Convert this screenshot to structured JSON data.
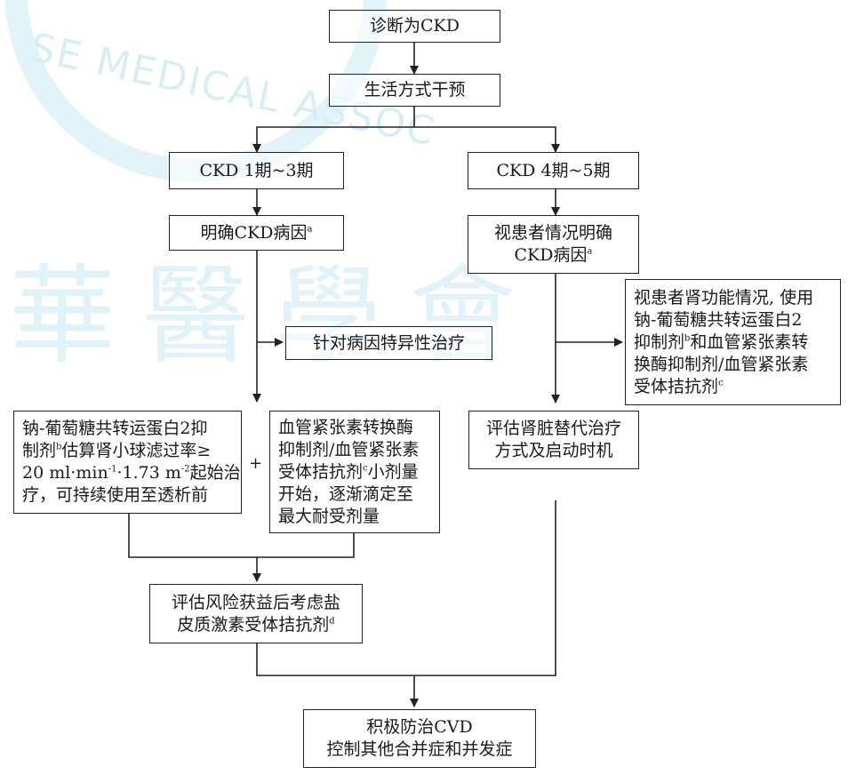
{
  "nodes": {
    "diagnosis": {
      "text": "诊断为CKD"
    },
    "lifestyle": {
      "text": "生活方式干预"
    },
    "stage_1_3": {
      "text": "CKD 1期~3期"
    },
    "stage_4_5": {
      "text": "CKD 4期~5期"
    },
    "cause_left": {
      "text": "明确CKD病因",
      "sup": "a"
    },
    "cause_right": {
      "lines": [
        "视患者情况明确",
        "CKD病因"
      ],
      "sup": "a"
    },
    "specific_treatment": {
      "text": "针对病因特异性治疗"
    },
    "right_drugs": {
      "lines": [
        "视患者肾功能情况, 使用",
        "钠-葡萄糖共转运蛋白2",
        "抑制剂",
        "和血管紧张素转",
        "换酶抑制剂/血管紧张素",
        "受体拮抗剂"
      ],
      "sups": [
        "b",
        "c"
      ]
    },
    "sglt2": {
      "lines": [
        "钠-葡萄糖共转运蛋白2抑",
        "制剂",
        "估算肾小球滤过率≥",
        "20 ml·min",
        "·1.73 m",
        "起始治",
        "疗，可持续使用至透析前"
      ],
      "sups": [
        "b",
        "-1",
        "-2"
      ]
    },
    "plus": {
      "text": "+"
    },
    "acei": {
      "lines": [
        "血管紧张素转换酶",
        "抑制剂/血管紧张素",
        "受体拮抗剂",
        "小剂量",
        "开始，逐渐滴定至",
        "最大耐受剂量"
      ],
      "sup": "c"
    },
    "replacement": {
      "lines": [
        "评估肾脏替代治疗",
        "方式及启动时机"
      ]
    },
    "risk": {
      "lines": [
        "评估风险获益后考虑盐",
        "皮质激素受体拮抗剂"
      ],
      "sup": "d"
    },
    "cvd": {
      "lines": [
        "积极防治CVD",
        "控制其他合并症和并发症"
      ]
    }
  }
}
